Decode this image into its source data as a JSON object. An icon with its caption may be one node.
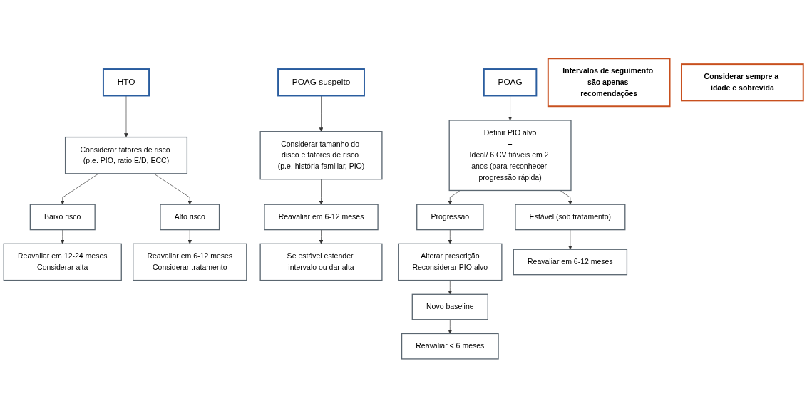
{
  "diagram": {
    "nodes": [
      {
        "text": [
          "HTO"
        ]
      },
      {
        "text": [
          "POAG suspeito"
        ]
      },
      {
        "text": [
          "POAG"
        ]
      },
      {
        "text": [
          "Considerar fatores de risco (p.e. PIO, ratio E/D, ECC)"
        ]
      },
      {
        "text": [
          "Considerar tamanho do disco e fatores de risco (p.e. história familiar, PIO)"
        ]
      },
      {
        "text": [
          "Definir PIO alvo",
          "+",
          "Ideal/ 6 CV fiáveis em 2 anos (para reconhecer progressão rápida)"
        ]
      },
      {
        "text": [
          "Baixo risco"
        ]
      },
      {
        "text": [
          "Alto risco"
        ]
      },
      {
        "text": [
          "Reavaliar em 6-12 meses"
        ]
      },
      {
        "text": [
          "Estável (sob tratamento)"
        ]
      },
      {
        "text": [
          "Progressão"
        ]
      },
      {
        "text": [
          "Reavaliar em 12-24 meses",
          "Considerar alta"
        ]
      },
      {
        "text": [
          "Reavaliar em 6-12 meses",
          "Considerar tratamento"
        ]
      },
      {
        "text": [
          "Se estável estender intervalo ou dar alta"
        ]
      },
      {
        "text": [
          "Alterar prescrição",
          "Reconsiderar PIO alvo"
        ]
      },
      {
        "text": [
          "Novo baseline"
        ]
      },
      {
        "text": [
          "Reavaliar em 6-12 meses"
        ]
      },
      {
        "text": [
          "Reavaliar < 6 meses"
        ]
      },
      {
        "text": [
          "Intervalos de seguimento são apenas recomendações"
        ]
      },
      {
        "text": [
          "Considerar sempre a idade e sobrevida"
        ]
      }
    ],
    "edges": [
      {
        "from": 0,
        "to": 3,
        "arrow": "to"
      },
      {
        "from": 1,
        "to": 4,
        "arrow": "to"
      },
      {
        "from": 2,
        "to": 5,
        "arrow": "to"
      },
      {
        "from": 3,
        "to": 6,
        "arrow": "to"
      },
      {
        "from": 3,
        "to": 7,
        "arrow": "to"
      },
      {
        "from": 4,
        "to": 8,
        "arrow": "to"
      },
      {
        "from": 5,
        "to": 9,
        "arrow": "to"
      },
      {
        "from": 5,
        "to": 10,
        "arrow": "to"
      },
      {
        "from": 6,
        "to": 11,
        "arrow": "to"
      },
      {
        "from": 7,
        "to": 12,
        "arrow": "to"
      },
      {
        "from": 8,
        "to": 13,
        "arrow": "to"
      },
      {
        "from": 10,
        "to": 14,
        "arrow": "to"
      },
      {
        "from": 9,
        "to": 16,
        "arrow": "to"
      },
      {
        "from": 14,
        "to": 15,
        "arrow": "to"
      },
      {
        "from": 15,
        "to": 17,
        "arrow": "to"
      }
    ]
  }
}
